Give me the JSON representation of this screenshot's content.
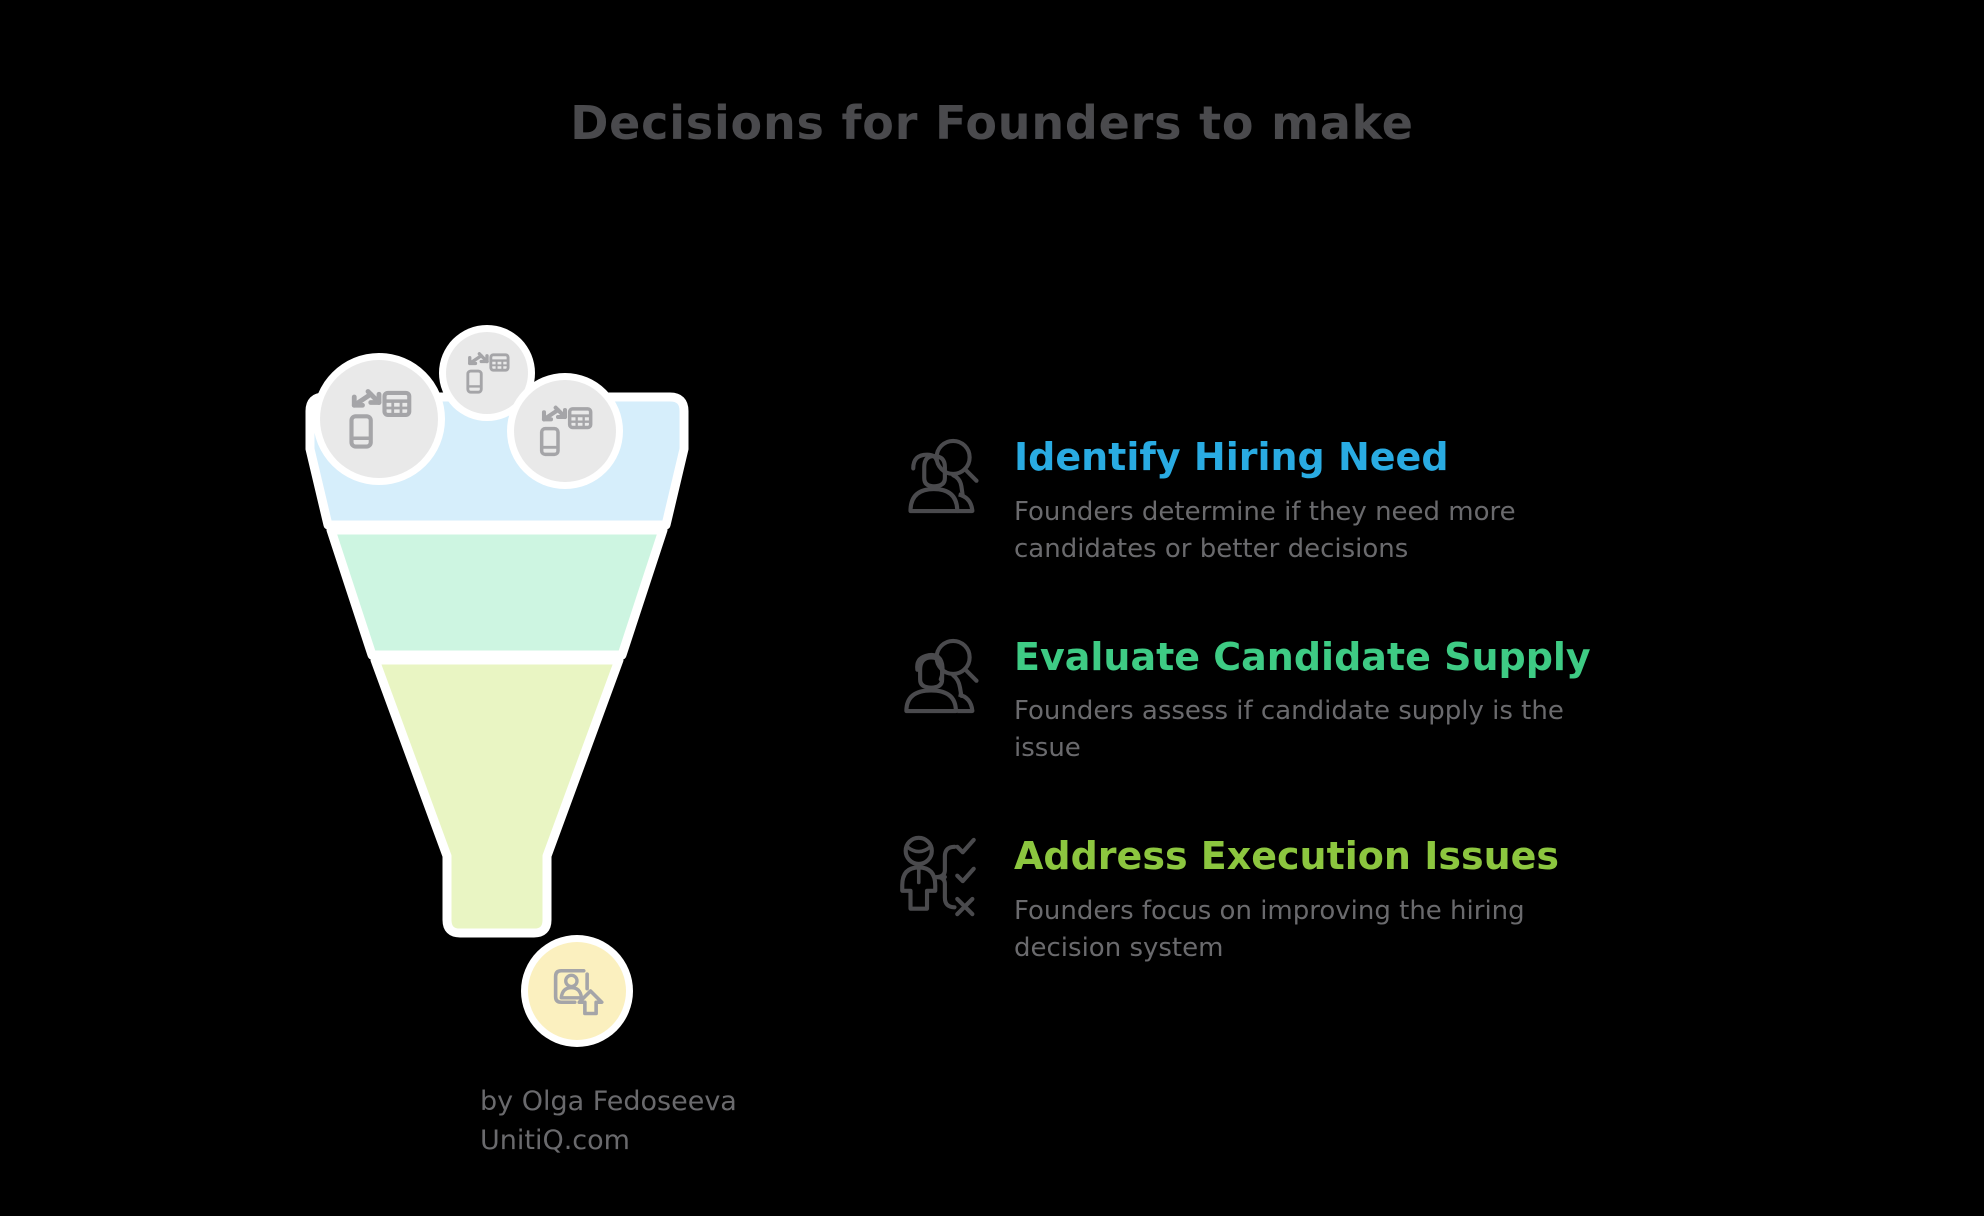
{
  "page": {
    "title": "Decisions for Founders to make",
    "background_color": "#000000",
    "title_color": "#4a4a4d"
  },
  "funnel": {
    "name": "hiring-decision-funnel",
    "bands": [
      {
        "label": "Identify Hiring Need",
        "color": "#d6eefb"
      },
      {
        "label": "Evaluate Candidate Supply",
        "color": "#cdf5e1"
      },
      {
        "label": "Address Execution Issues",
        "color": "#e9f5c3"
      }
    ],
    "top_bubbles": [
      {
        "icon": "mobile-data-sync-icon"
      },
      {
        "icon": "mobile-data-sync-icon"
      },
      {
        "icon": "mobile-data-sync-icon"
      }
    ],
    "bubble_color": "#e9e9e9",
    "outlet": {
      "icon": "profile-upload-icon",
      "color": "#fbf0bf"
    }
  },
  "credit": {
    "author_line": "by Olga Fedoseeva",
    "site_line": "UnitiQ.com"
  },
  "list": {
    "items": [
      {
        "icon": "people-search-icon",
        "heading": "Identify Hiring Need",
        "heading_color": "#29abe2",
        "description": "Founders determine if they need more candidates or better decisions"
      },
      {
        "icon": "person-search-icon",
        "heading": "Evaluate Candidate Supply",
        "heading_color": "#3ecb84",
        "description": "Founders assess if candidate supply is the issue"
      },
      {
        "icon": "person-decision-tree-icon",
        "heading": "Address Execution Issues",
        "heading_color": "#8cc63f",
        "description": "Founders focus on improving the hiring decision system"
      }
    ]
  },
  "chart_data": {
    "type": "funnel",
    "title": "Decisions for Founders to make",
    "stages": [
      {
        "name": "Identify Hiring Need",
        "color": "#d6eefb",
        "width_fraction": 1.0
      },
      {
        "name": "Evaluate Candidate Supply",
        "color": "#cdf5e1",
        "width_fraction": 0.7
      },
      {
        "name": "Address Execution Issues",
        "color": "#e9f5c3",
        "width_fraction": 0.4
      }
    ],
    "orientation": "vertical",
    "legend": "right"
  }
}
